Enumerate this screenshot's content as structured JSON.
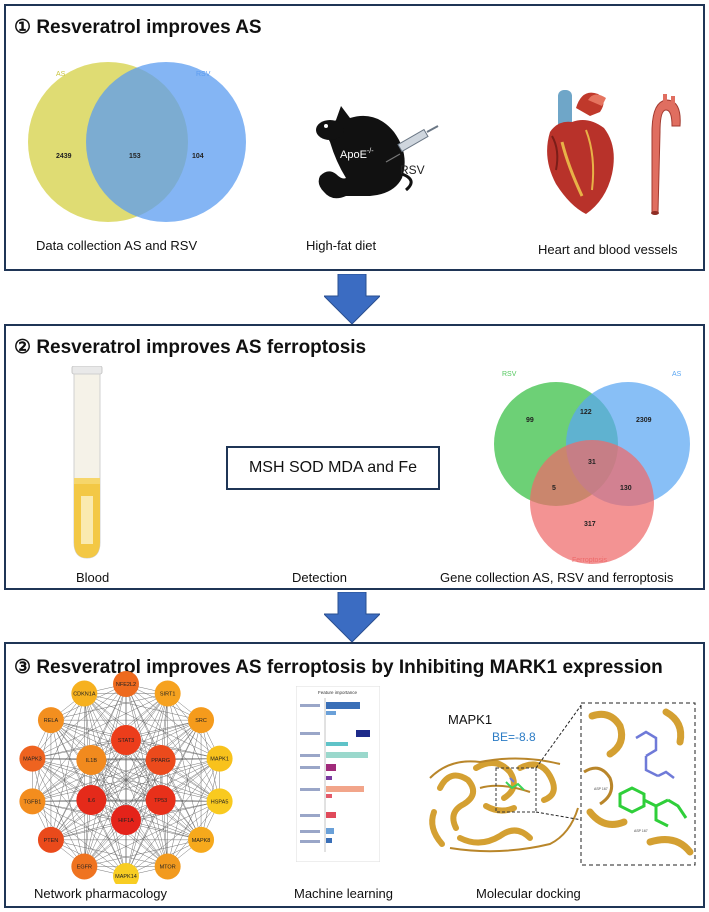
{
  "panel1": {
    "marker": "①",
    "title": "Resveratrol improves AS",
    "venn": {
      "label_a": "AS",
      "label_b": "RSV",
      "only_a": "2439",
      "both": "153",
      "only_b": "104"
    },
    "mouse_label": "ApoE",
    "mouse_sup": "-/-",
    "syringe_label": "RSV",
    "captions": [
      "Data collection AS and RSV",
      "High-fat diet",
      "Heart and blood vessels"
    ]
  },
  "panel2": {
    "marker": "②",
    "title": "Resveratrol improves AS ferroptosis",
    "detection_text": "MSH SOD MDA and Fe",
    "venn": {
      "label_rsv": "RSV",
      "label_as": "AS",
      "label_ferro": "Ferroptosis",
      "rsv_only": "99",
      "rsv_as": "122",
      "as_only": "2309",
      "all": "31",
      "rsv_ferro": "5",
      "as_ferro": "130",
      "ferro_only": "317"
    },
    "captions": [
      "Blood",
      "Detection",
      "Gene collection AS, RSV and ferroptosis"
    ]
  },
  "panel3": {
    "marker": "③",
    "title": "Resveratrol improves AS ferroptosis by Inhibiting MARK1 expression",
    "network": {
      "outer_nodes": [
        "NFE2L2",
        "SIRT1",
        "SRC",
        "MAPK1",
        "HSPA5",
        "MAPK8",
        "MTOR",
        "MAPK14",
        "EGFR",
        "PTEN",
        "TGFB1",
        "MAPK3",
        "RELA",
        "CDKN1A"
      ],
      "inner_nodes": [
        "STAT3",
        "PPARG",
        "TP53",
        "HIF1A",
        "IL6",
        "IL1B"
      ],
      "outer_colors": [
        "#ee6a1e",
        "#f6a21f",
        "#f59b1c",
        "#f8c21c",
        "#f9ca1f",
        "#f6a91c",
        "#f29a1e",
        "#f8cd22",
        "#ef7320",
        "#ea4a1b",
        "#f38d1e",
        "#ee6320",
        "#f38f1f",
        "#f6b11f"
      ],
      "inner_colors": [
        "#ec3d1b",
        "#ec4a1c",
        "#e8301a",
        "#e4231a",
        "#e52a1a",
        "#f18a1e"
      ]
    },
    "ml_title": "Feature importance",
    "protein_label": "MAPK1",
    "be_label": "BE=-8.8",
    "captions": [
      "Network pharmacology",
      "Machine learning",
      "Molecular docking"
    ]
  }
}
